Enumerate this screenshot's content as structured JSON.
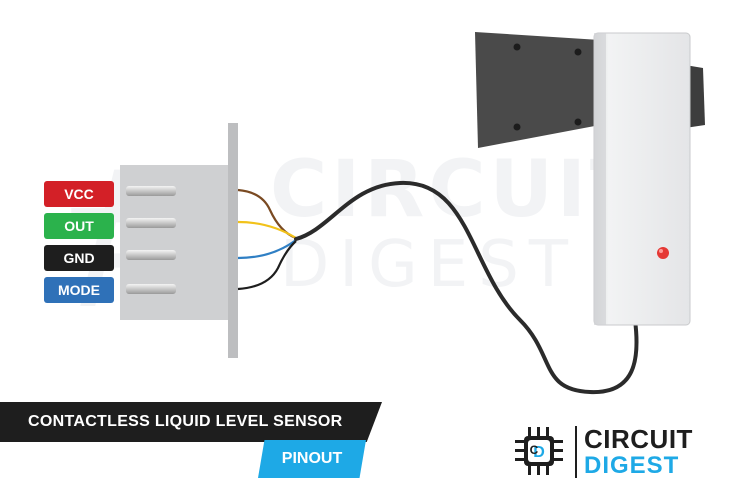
{
  "watermark": {
    "line1": "CIRCUIT",
    "line2": "DIGEST"
  },
  "pins": [
    {
      "label": "VCC",
      "color": "#d32027",
      "wire_color": "#7a4a22"
    },
    {
      "label": "OUT",
      "color": "#2bb24c",
      "wire_color": "#f2c21a"
    },
    {
      "label": "GND",
      "color": "#1e1e1e",
      "wire_color": "#2f7fc4"
    },
    {
      "label": "MODE",
      "color": "#2f71b8",
      "wire_color": "#1e1e1e"
    }
  ],
  "title": {
    "main": "CONTACTLESS LIQUID LEVEL SENSOR",
    "sub": "PINOUT"
  },
  "logo": {
    "line1": "CIRCUIT",
    "line2": "DIGEST",
    "accent": "#1ea9e6"
  },
  "sensor": {
    "led_color": "#e53935",
    "body_color": "#e9eaec",
    "bracket_color": "#4a4a4a"
  }
}
